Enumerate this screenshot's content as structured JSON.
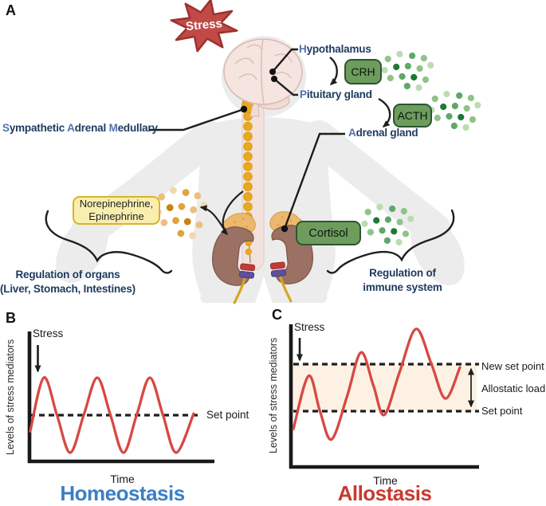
{
  "figure": {
    "panels": [
      "A",
      "B",
      "C"
    ]
  },
  "panel_a": {
    "stress_burst_label": "Stress",
    "anatomy_labels": {
      "hypothalamus": {
        "initial": "H",
        "rest": "ypothalamus"
      },
      "pituitary_gland": {
        "initial": "P",
        "rest": "ituitary gland"
      },
      "adrenal_gland": {
        "initial": "A",
        "rest": "drenal gland"
      },
      "sam": {
        "i1": "S",
        "r1": "ympathetic ",
        "i2": "A",
        "r2": "drenal ",
        "i3": "M",
        "r3": "edullary"
      }
    },
    "hormone_boxes": {
      "crh": "CRH",
      "acth": "ACTH",
      "cortisol": "Cortisol",
      "catecholamines_line1": "Norepinephrine,",
      "catecholamines_line2": "Epinephrine"
    },
    "outcome_labels": {
      "organs_line1": "Regulation of organs",
      "organs_line2": "(Liver, Stomach, Intestines)",
      "immune_line1": "Regulation of",
      "immune_line2": "immune system"
    }
  },
  "chart_data": [
    {
      "panel": "B",
      "type": "line",
      "title": "Homeostasis",
      "xlabel": "Time",
      "ylabel": "Levels of stress mediators",
      "x_range": [
        0,
        1
      ],
      "grid": false,
      "set_point": 0,
      "y_units": "level relative to set point; oscillation amplitude = 1",
      "annotations": [
        {
          "text": "Stress",
          "type": "arrow",
          "x": 0.04
        },
        {
          "text": "Set point",
          "type": "dashed-line",
          "y": 0
        }
      ],
      "series": [
        {
          "name": "Levels of stress mediators",
          "color": "#d84842",
          "points": [
            [
              0.004,
              -0.43
            ],
            [
              0.077,
              1.0
            ],
            [
              0.148,
              0.0
            ],
            [
              0.219,
              -1.0
            ],
            [
              0.292,
              0.0
            ],
            [
              0.365,
              1.0
            ],
            [
              0.436,
              0.0
            ],
            [
              0.506,
              -1.0
            ],
            [
              0.577,
              0.0
            ],
            [
              0.648,
              1.0
            ],
            [
              0.719,
              0.0
            ],
            [
              0.79,
              -1.0
            ],
            [
              0.884,
              0.04
            ]
          ]
        }
      ]
    },
    {
      "panel": "C",
      "type": "line",
      "title": "Allostasis",
      "xlabel": "Time",
      "ylabel": "Levels of stress mediators",
      "x_range": [
        0,
        1
      ],
      "grid": false,
      "set_point": 0,
      "new_set_point": 1,
      "y_units": "level relative to old set point; new set point = 1",
      "annotations": [
        {
          "text": "Stress",
          "type": "arrow",
          "x": 0.05
        },
        {
          "text": "New set point",
          "type": "dashed-line",
          "y": 1
        },
        {
          "text": "Set point",
          "type": "dashed-line",
          "y": 0
        },
        {
          "text": "Allostatic load",
          "type": "range-arrow",
          "y0": 0,
          "y1": 1
        }
      ],
      "series": [
        {
          "name": "Levels of stress mediators",
          "color": "#d84842",
          "points": [
            [
              0.013,
              -0.38
            ],
            [
              0.094,
              0.75
            ],
            [
              0.155,
              0.0
            ],
            [
              0.217,
              -0.6
            ],
            [
              0.3,
              0.32
            ],
            [
              0.374,
              1.25
            ],
            [
              0.44,
              0.55
            ],
            [
              0.498,
              -0.08
            ],
            [
              0.58,
              0.83
            ],
            [
              0.668,
              1.75
            ],
            [
              0.75,
              1.0
            ],
            [
              0.825,
              0.27
            ],
            [
              0.902,
              0.93
            ]
          ]
        }
      ]
    }
  ],
  "colors": {
    "navy_text": "#1d3a5f",
    "initial_blue": "#4f74ad",
    "hormone_box_green": "#6d9c5d",
    "hormone_box_border": "#2d552f",
    "catecholamine_box_yellow": "#f8efae",
    "catecholamine_box_border": "#d9b429",
    "stress_star_red": "#c14a47",
    "stress_star_border": "#9e3230",
    "curve_red": "#d84842",
    "homeostasis_blue": "#3b7fc4",
    "allostasis_red": "#c8392f",
    "allostatic_band": "#fdf1e4",
    "green_dots": [
      "#1e7a33",
      "#5fa868",
      "#8fc387",
      "#bcdcb0"
    ],
    "orange_dots": [
      "#c8830f",
      "#e2a33c",
      "#edbf7e",
      "#f3d7ae"
    ]
  }
}
